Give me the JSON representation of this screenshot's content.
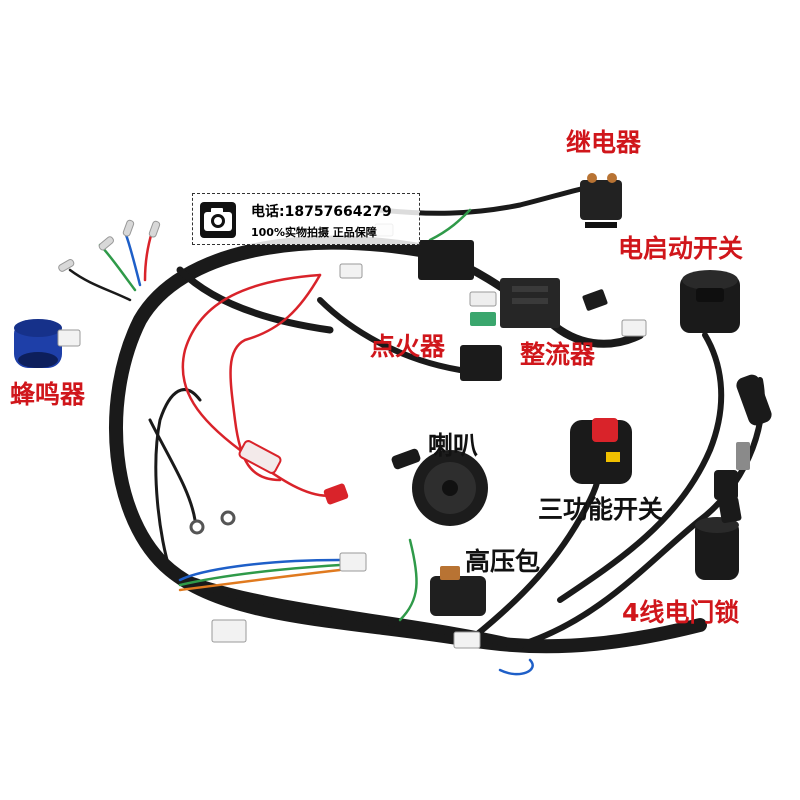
{
  "labels": {
    "relay": "继电器",
    "electric_start_switch": "电启动开关",
    "igniter": "点火器",
    "rectifier": "整流器",
    "buzzer": "蜂鸣器",
    "horn": "喇叭",
    "three_function_switch": "三功能开关",
    "ignition_coil": "高压包",
    "ignition_lock": "4线电门锁"
  },
  "watermark": {
    "phone": "电话:18757664279",
    "note": "100%实物拍摄  正品保障"
  },
  "colors": {
    "label_red": "#d0161b",
    "label_dark": "#111111",
    "harness": "#1a1a1a",
    "red_wire": "#d9232a",
    "buzzer_blue": "#1e3fa8",
    "green_wire": "#2f9a49"
  }
}
